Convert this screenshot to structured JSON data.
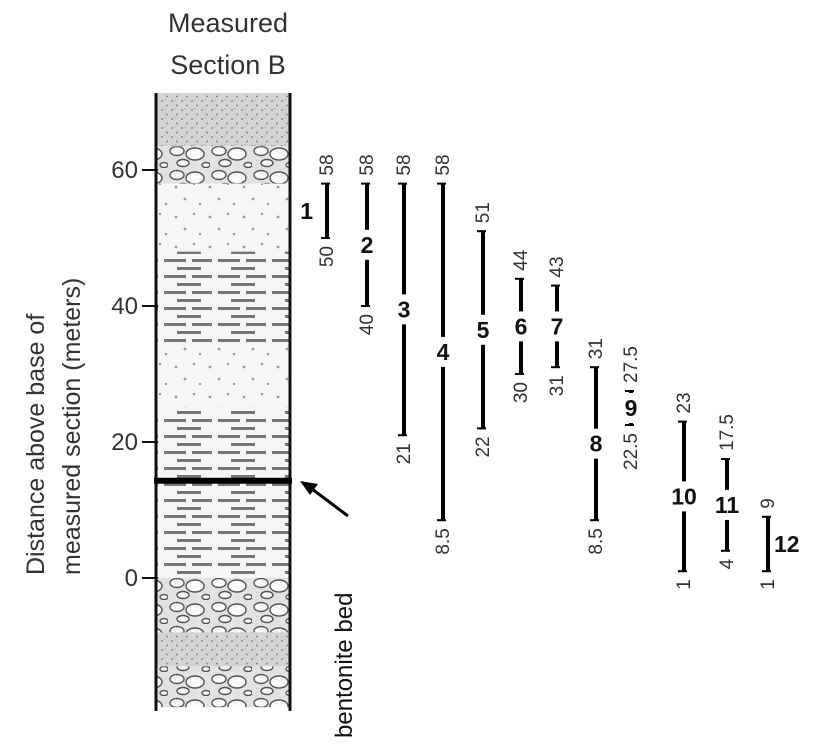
{
  "title_lines": [
    "Measured",
    "Section B"
  ],
  "y_axis": {
    "label_lines": [
      "Distance above base of",
      "measured section (meters)"
    ],
    "ticks": [
      0,
      20,
      40,
      60
    ],
    "range": [
      -19,
      73
    ]
  },
  "annotation": {
    "label": "bentonite bed",
    "elevation": 14.3
  },
  "lithology": [
    {
      "type": "stippled",
      "from": 63.5,
      "to": 73
    },
    {
      "type": "conglomerate",
      "from": 58,
      "to": 63.5
    },
    {
      "type": "sandstone",
      "from": 48,
      "to": 58
    },
    {
      "type": "shale",
      "from": 34,
      "to": 48
    },
    {
      "type": "sandstone",
      "from": 25,
      "to": 34
    },
    {
      "type": "shale",
      "from": 14.3,
      "to": 25
    },
    {
      "type": "shale",
      "from": 0,
      "to": 14.3
    },
    {
      "type": "conglomerate",
      "from": -8,
      "to": 0
    },
    {
      "type": "stippled",
      "from": -13,
      "to": -8
    },
    {
      "type": "conglomerate",
      "from": -19,
      "to": -13
    }
  ],
  "chart_data": {
    "type": "range",
    "ylabel": "Distance above base of measured section (meters)",
    "ylim": [
      -19,
      73
    ],
    "ranges": [
      {
        "id": "1",
        "top": 58,
        "bottom": 50,
        "top_label": "58",
        "bottom_label": "50"
      },
      {
        "id": "2",
        "top": 58,
        "bottom": 40,
        "top_label": "58",
        "bottom_label": "40"
      },
      {
        "id": "3",
        "top": 58,
        "bottom": 21,
        "top_label": "58",
        "bottom_label": "21"
      },
      {
        "id": "4",
        "top": 58,
        "bottom": 8.5,
        "top_label": "58",
        "bottom_label": "8.5"
      },
      {
        "id": "5",
        "top": 51,
        "bottom": 22,
        "top_label": "51",
        "bottom_label": "22"
      },
      {
        "id": "6",
        "top": 44,
        "bottom": 30,
        "top_label": "44",
        "bottom_label": "30"
      },
      {
        "id": "7",
        "top": 43,
        "bottom": 31,
        "top_label": "43",
        "bottom_label": "31"
      },
      {
        "id": "8",
        "top": 31,
        "bottom": 8.5,
        "top_label": "31",
        "bottom_label": "8.5"
      },
      {
        "id": "9",
        "top": 27.5,
        "bottom": 22.5,
        "top_label": "27.5",
        "bottom_label": "22.5"
      },
      {
        "id": "10",
        "top": 23,
        "bottom": 1,
        "top_label": "23",
        "bottom_label": "1"
      },
      {
        "id": "11",
        "top": 17.5,
        "bottom": 4,
        "top_label": "17.5",
        "bottom_label": "4"
      },
      {
        "id": "12",
        "top": 9,
        "bottom": 1,
        "top_label": "9",
        "bottom_label": "1"
      }
    ]
  }
}
